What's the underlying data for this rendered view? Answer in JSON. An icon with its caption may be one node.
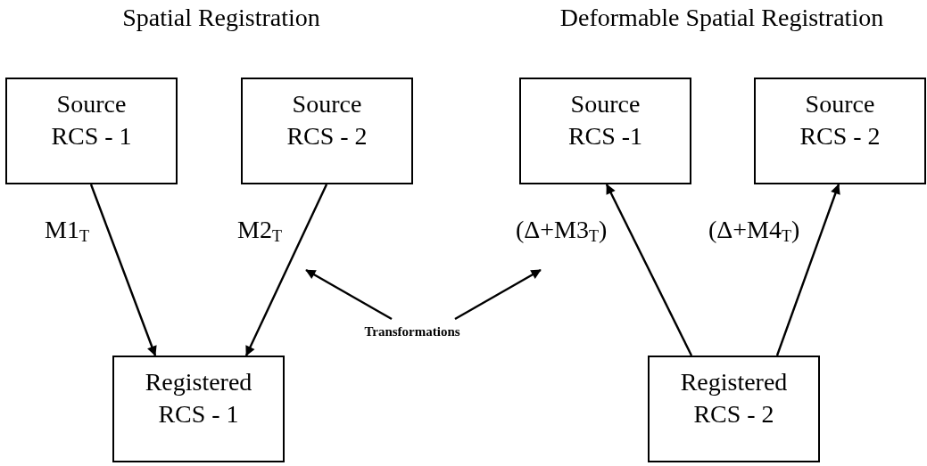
{
  "diagram": {
    "nodes": [
      {
        "text": [
          "Source RCS - 1"
        ]
      },
      {
        "text": [
          "Source RCS - 2"
        ]
      },
      {
        "text": [
          "Registered RCS - 1"
        ]
      },
      {
        "text": [
          "Source RCS -1"
        ]
      },
      {
        "text": [
          "Source RCS - 2"
        ]
      },
      {
        "text": [
          "Registered RCS - 2"
        ]
      },
      {
        "text": [
          "Transformations"
        ]
      }
    ],
    "edges": [
      {
        "from": 0,
        "to": 2,
        "arrow": "to",
        "label": "M1$_{T}$"
      },
      {
        "from": 1,
        "to": 2,
        "arrow": "to",
        "label": "M2$_{T}$"
      },
      {
        "from": 5,
        "to": 3,
        "arrow": "to",
        "label": "(Δ+M3$_{T}$)"
      },
      {
        "from": 5,
        "to": 4,
        "arrow": "to",
        "label": "(Δ+M4$_{T}$)"
      },
      {
        "from": 6,
        "to": null,
        "arrow": "to"
      },
      {
        "from": 6,
        "to": null,
        "arrow": "to"
      }
    ],
    "labels": [
      "Spatial Registration",
      "Deformable Spatial Registration"
    ]
  }
}
